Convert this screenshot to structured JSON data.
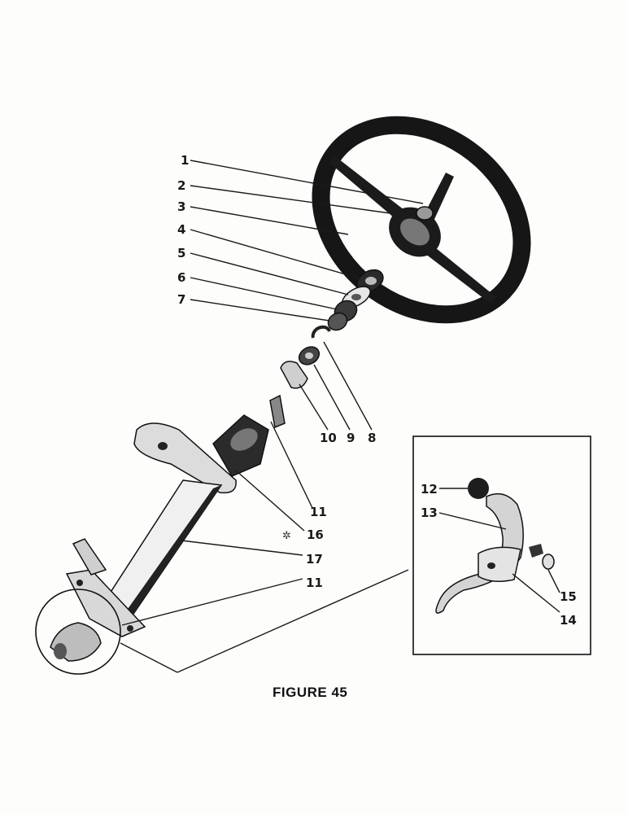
{
  "figure": {
    "caption": "FIGURE 45"
  },
  "callouts": {
    "c1": "1",
    "c2": "2",
    "c3": "3",
    "c4": "4",
    "c5": "5",
    "c6": "6",
    "c7": "7",
    "c8": "8",
    "c9": "9",
    "c10": "10",
    "c11a": "11",
    "c16": "16",
    "c17": "17",
    "c11b": "11",
    "c12": "12",
    "c13": "13",
    "c14": "14",
    "c15": "15"
  }
}
